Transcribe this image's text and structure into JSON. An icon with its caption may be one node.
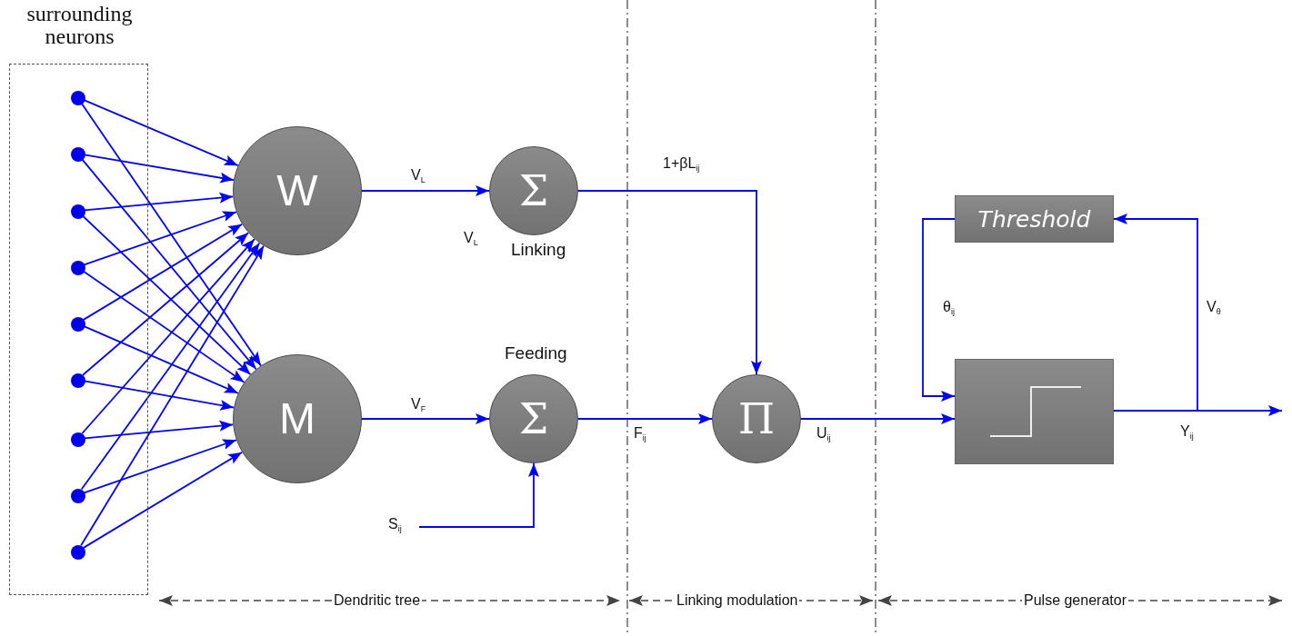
{
  "diagram": {
    "nodes": [
      {
        "text": [
          "surrounding neurons"
        ]
      },
      {
        "text": [],
        "shape": "circle",
        "in": 0
      },
      {
        "text": [],
        "shape": "circle",
        "in": 0
      },
      {
        "text": [],
        "shape": "circle",
        "in": 0
      },
      {
        "text": [],
        "shape": "circle",
        "in": 0
      },
      {
        "text": [],
        "shape": "circle",
        "in": 0
      },
      {
        "text": [],
        "shape": "circle",
        "in": 0
      },
      {
        "text": [],
        "shape": "circle",
        "in": 0
      },
      {
        "text": [],
        "shape": "circle",
        "in": 0
      },
      {
        "text": [],
        "shape": "circle",
        "in": 0
      },
      {
        "text": [
          "W"
        ]
      },
      {
        "text": [
          "M"
        ]
      },
      {
        "text": [
          "Σ"
        ],
        "beside": [
          "Linking"
        ]
      },
      {
        "text": [
          "Σ"
        ],
        "beside": [
          "Feeding"
        ]
      },
      {
        "text": [
          "Π"
        ]
      },
      {
        "text": [
          "Threshold"
        ]
      },
      {
        "text": [],
        "shape": "box"
      },
      {
        "text": [
          "S$_{ij}$"
        ]
      }
    ],
    "edges": [
      {
        "from": 1,
        "to": 10,
        "arrow": "to"
      },
      {
        "from": 1,
        "to": 11,
        "arrow": "to"
      },
      {
        "from": 2,
        "to": 10,
        "arrow": "to"
      },
      {
        "from": 2,
        "to": 11,
        "arrow": "to"
      },
      {
        "from": 3,
        "to": 10,
        "arrow": "to"
      },
      {
        "from": 3,
        "to": 11,
        "arrow": "to"
      },
      {
        "from": 4,
        "to": 10,
        "arrow": "to"
      },
      {
        "from": 4,
        "to": 11,
        "arrow": "to"
      },
      {
        "from": 5,
        "to": 10,
        "arrow": "to"
      },
      {
        "from": 5,
        "to": 11,
        "arrow": "to"
      },
      {
        "from": 6,
        "to": 10,
        "arrow": "to"
      },
      {
        "from": 6,
        "to": 11,
        "arrow": "to"
      },
      {
        "from": 7,
        "to": 10,
        "arrow": "to"
      },
      {
        "from": 7,
        "to": 11,
        "arrow": "to"
      },
      {
        "from": 8,
        "to": 10,
        "arrow": "to"
      },
      {
        "from": 8,
        "to": 11,
        "arrow": "to"
      },
      {
        "from": 9,
        "to": 10,
        "arrow": "to"
      },
      {
        "from": 9,
        "to": 11,
        "arrow": "to"
      },
      {
        "from": 10,
        "to": 12,
        "arrow": "to",
        "label": "V$_{L}$"
      },
      {
        "from": 11,
        "to": 13,
        "arrow": "to",
        "label": "V$_{F}$"
      },
      {
        "from": 17,
        "to": 13,
        "arrow": "to"
      },
      {
        "from": 12,
        "to": 14,
        "arrow": "to",
        "label": "1+βL$_{ij}$"
      },
      {
        "from": 13,
        "to": 14,
        "arrow": "to",
        "label": "F$_{ij}$"
      },
      {
        "from": 14,
        "to": 16,
        "arrow": "to",
        "label": "U$_{ij}$"
      },
      {
        "from": 15,
        "to": 16,
        "arrow": "to",
        "label": "θ$_{ij}$"
      },
      {
        "from": 16,
        "to": null,
        "arrow": "to",
        "label": "Y$_{ij}$"
      },
      {
        "from": 16,
        "to": 15,
        "arrow": "to",
        "label": "V$_{θ}$"
      }
    ],
    "labels": [
      "V$_{L}$",
      "Dendritic tree",
      "Linking modulation",
      "Pulse generator"
    ]
  }
}
